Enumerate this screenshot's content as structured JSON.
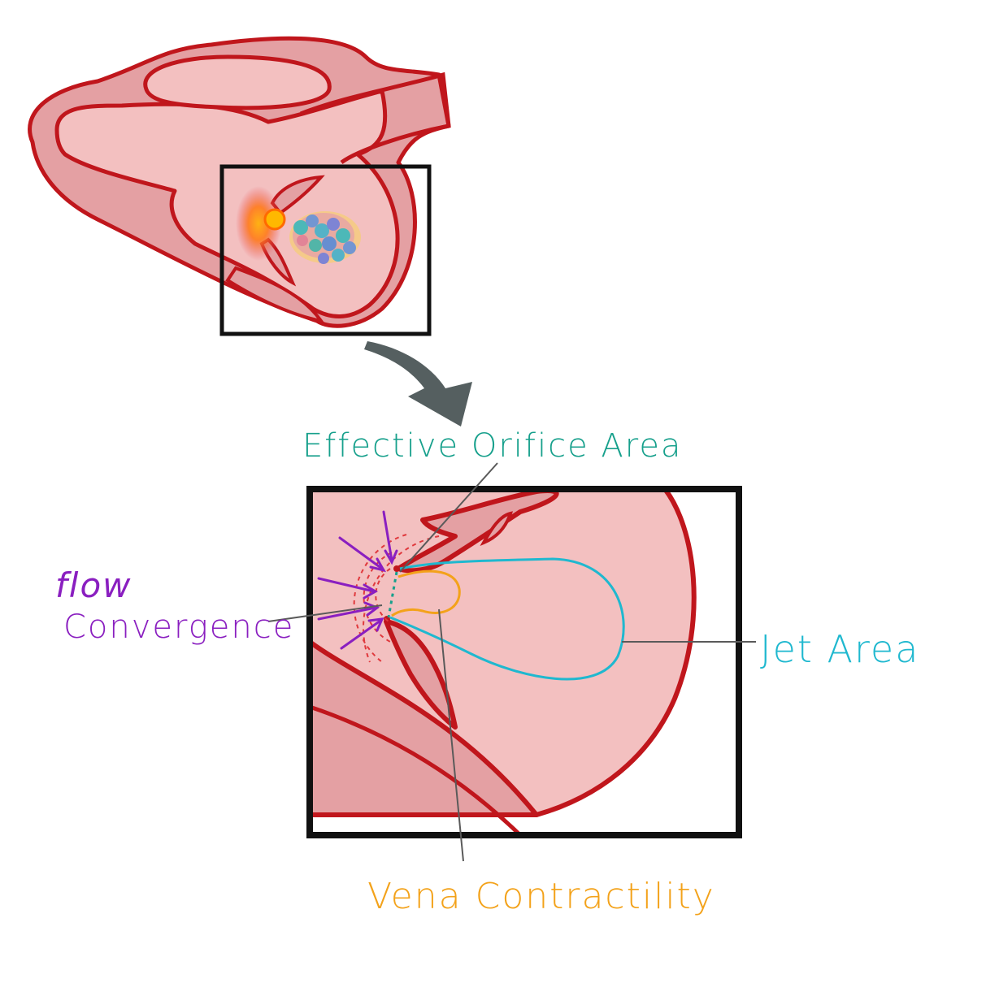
{
  "labels": {
    "effective_orifice_area": "Effective Orifice Area",
    "flow_line1": "flow",
    "flow_line2": "Convergence",
    "jet_area": "Jet Area",
    "vena": "Vena Contractility"
  },
  "colors": {
    "tissue_light": "#f3c0c0",
    "tissue_mid": "#e4a0a3",
    "outline_red": "#c0161c",
    "frame": "#111111",
    "arrow_gray": "#555f60",
    "leader_gray": "#5a5a5a",
    "teal": "#17a08c",
    "purple": "#8a1fc0",
    "cyan": "#1fb8cf",
    "orange": "#f3a21a"
  }
}
